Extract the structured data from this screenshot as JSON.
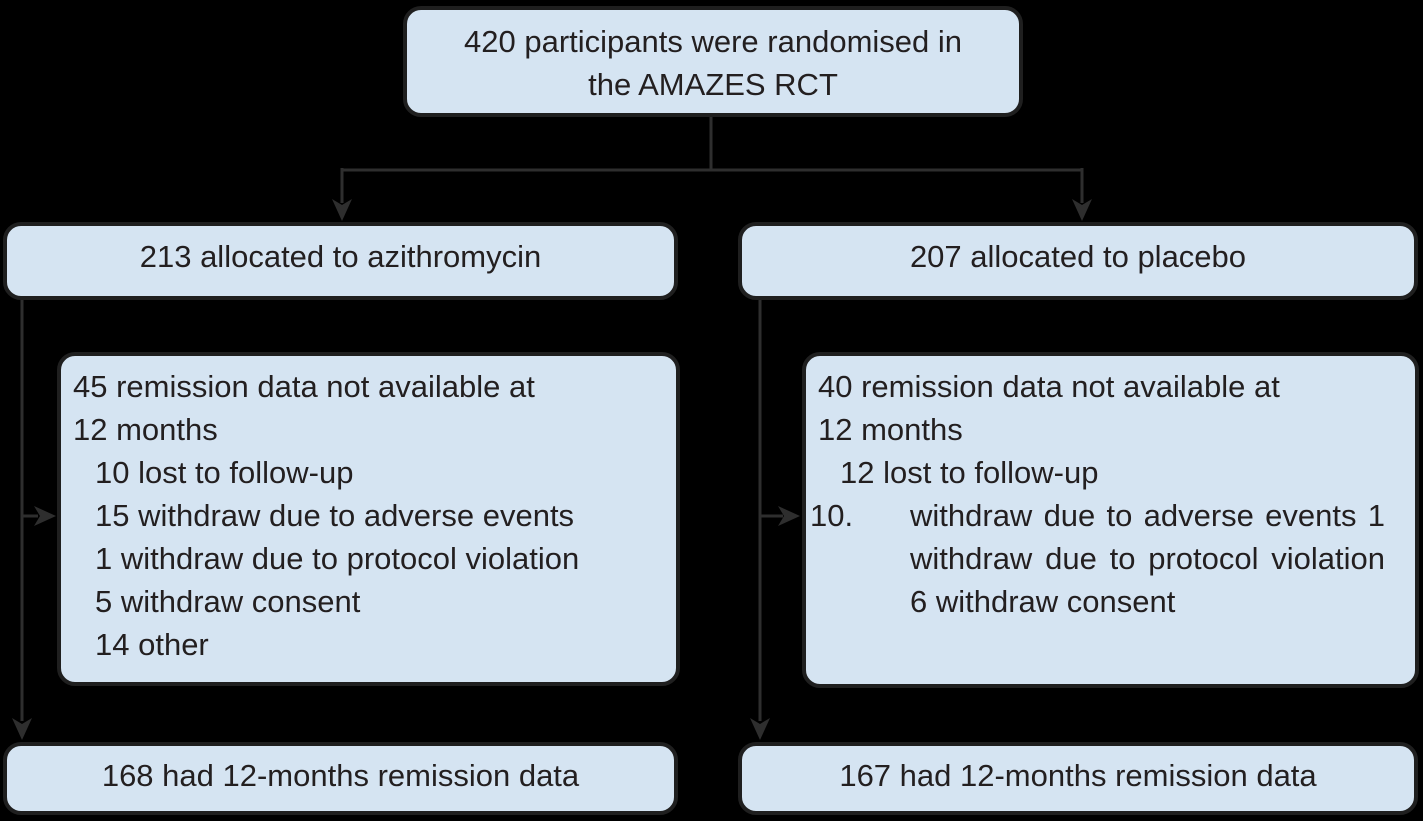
{
  "colors": {
    "background": "#000000",
    "box_fill": "#d5e4f2",
    "box_border": "#1f1f1f",
    "connector": "#2e2e2e",
    "text": "#231f20"
  },
  "flowchart": {
    "top_box": {
      "line1": "420 participants were randomised in",
      "line2": "the AMAZES RCT"
    },
    "left_alloc": {
      "label": "213 allocated to azithromycin"
    },
    "right_alloc": {
      "label": "207 allocated to placebo"
    },
    "left_detail": {
      "lines": [
        {
          "text": "45 remission data not available at"
        },
        {
          "text": "12 months"
        },
        {
          "text": "10 lost to follow-up"
        },
        {
          "text": "15 withdraw due to adverse events"
        },
        {
          "text": "1 withdraw due to protocol violation"
        },
        {
          "text": "5 withdraw consent"
        },
        {
          "text": "14 other"
        }
      ]
    },
    "right_detail": {
      "lines": [
        {
          "text": "40 remission data not available at"
        },
        {
          "text": "12 months"
        },
        {
          "text": "12 lost to follow-up"
        }
      ],
      "numbered_item": {
        "marker": "10.",
        "text": "withdraw due to adverse events 1 withdraw due to protocol violation 6 withdraw consent"
      }
    },
    "left_outcome": {
      "label": "168 had 12-months remission data"
    },
    "right_outcome": {
      "label": "167 had 12-months remission data"
    }
  }
}
